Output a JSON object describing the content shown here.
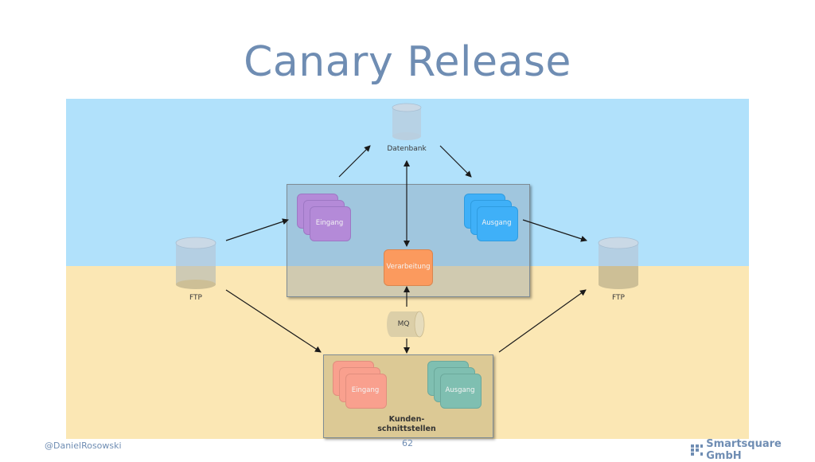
{
  "slide": {
    "title": "Canary Release"
  },
  "database": {
    "label": "Datenbank"
  },
  "ftp_left": {
    "label": "FTP"
  },
  "ftp_right": {
    "label": "FTP"
  },
  "canary": {
    "input_label": "Eingang",
    "output_label": "Ausgang",
    "processing_label": "Verarbeitung"
  },
  "mq": {
    "label": "MQ"
  },
  "customer": {
    "input_label": "Eingang",
    "output_label": "Ausgang",
    "title_line1": "Kunden-",
    "title_line2": "schnittstellen"
  },
  "footer": {
    "author": "@DanielRosowski",
    "page": "62",
    "company": "Smartsquare GmbH"
  },
  "colors": {
    "title": "#6f8db3",
    "sky": "#b1e1fb",
    "sand": "#fbe7b4",
    "canary_input": "#b48ad8",
    "canary_output": "#3fb0f8",
    "processing": "#fb9a5e",
    "customer_input": "#f9a08e",
    "customer_output": "#7fbfb1",
    "cylinder": "#b9cfe0"
  }
}
